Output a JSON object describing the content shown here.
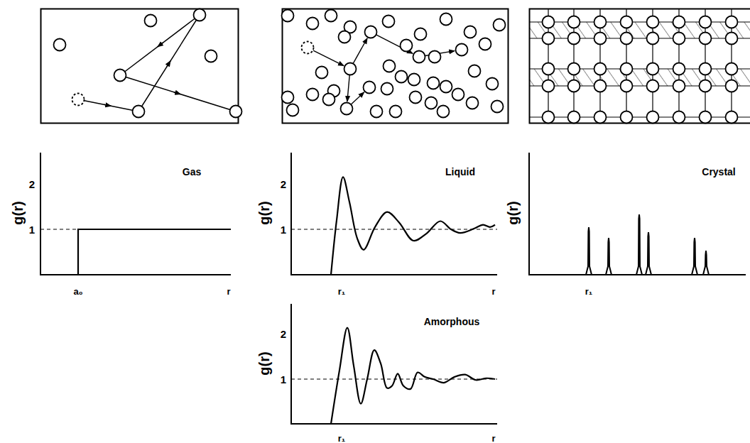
{
  "diagram": {
    "labels": [
      "Gas",
      "Liquid",
      "Crystal",
      "Amorphous",
      "g(r)",
      "g(r)",
      "g(r)",
      "g(r)",
      "2",
      "1",
      "2",
      "1",
      "2",
      "1",
      "r",
      "a₀",
      "r",
      "r₁",
      "r₁",
      "r",
      "r₁"
    ]
  }
}
